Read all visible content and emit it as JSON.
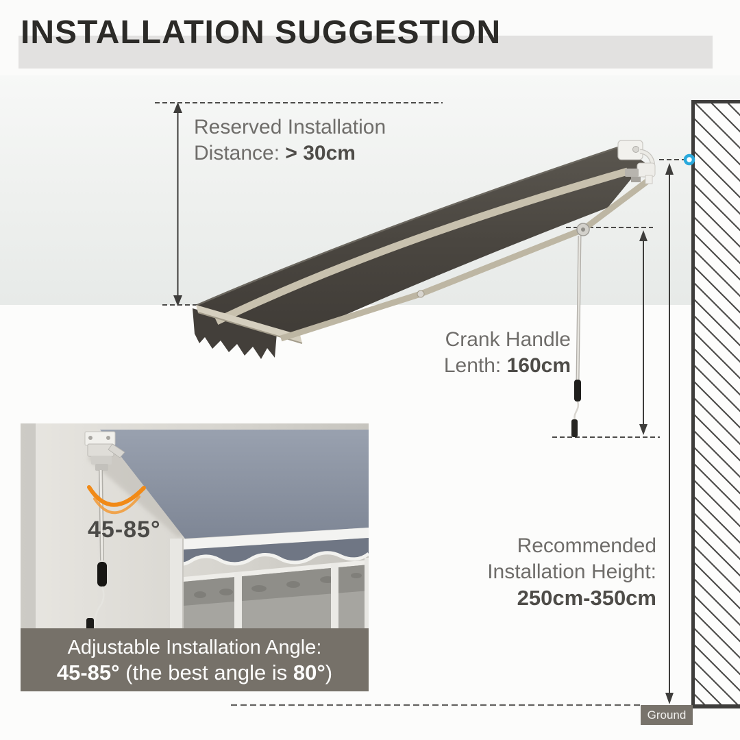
{
  "title": "INSTALLATION SUGGESTION",
  "labels": {
    "reserved_line1": "Reserved Installation",
    "reserved_line2_label": "Distance: ",
    "reserved_line2_value": "> 30cm",
    "crank_line1": "Crank Handle",
    "crank_line2_label": "Lenth: ",
    "crank_line2_value": "160cm",
    "height_line1": "Recommended",
    "height_line2": "Installation Height:",
    "height_line3": "250cm-350cm",
    "ground": "Ground",
    "angle_badge": "45-85°",
    "caption_line1": "Adjustable Installation Angle:",
    "caption_l2_b1": "45-85°",
    "caption_l2_mid": " (the best angle is ",
    "caption_l2_b2": "80°",
    "caption_l2_end": ")"
  },
  "colors": {
    "accent_orange": "#f18a17",
    "dot_blue": "#2aa9dc",
    "fabric_dark": "#4a4640",
    "inset_fabric": "#8c94a2",
    "caption_bg": "#767169",
    "ground_bg": "#78736b",
    "title_band": "#e2e1e0",
    "text_regular": "#6f6d6a",
    "text_strong": "#4e4c48",
    "wall_line": "#4e4d4b"
  }
}
